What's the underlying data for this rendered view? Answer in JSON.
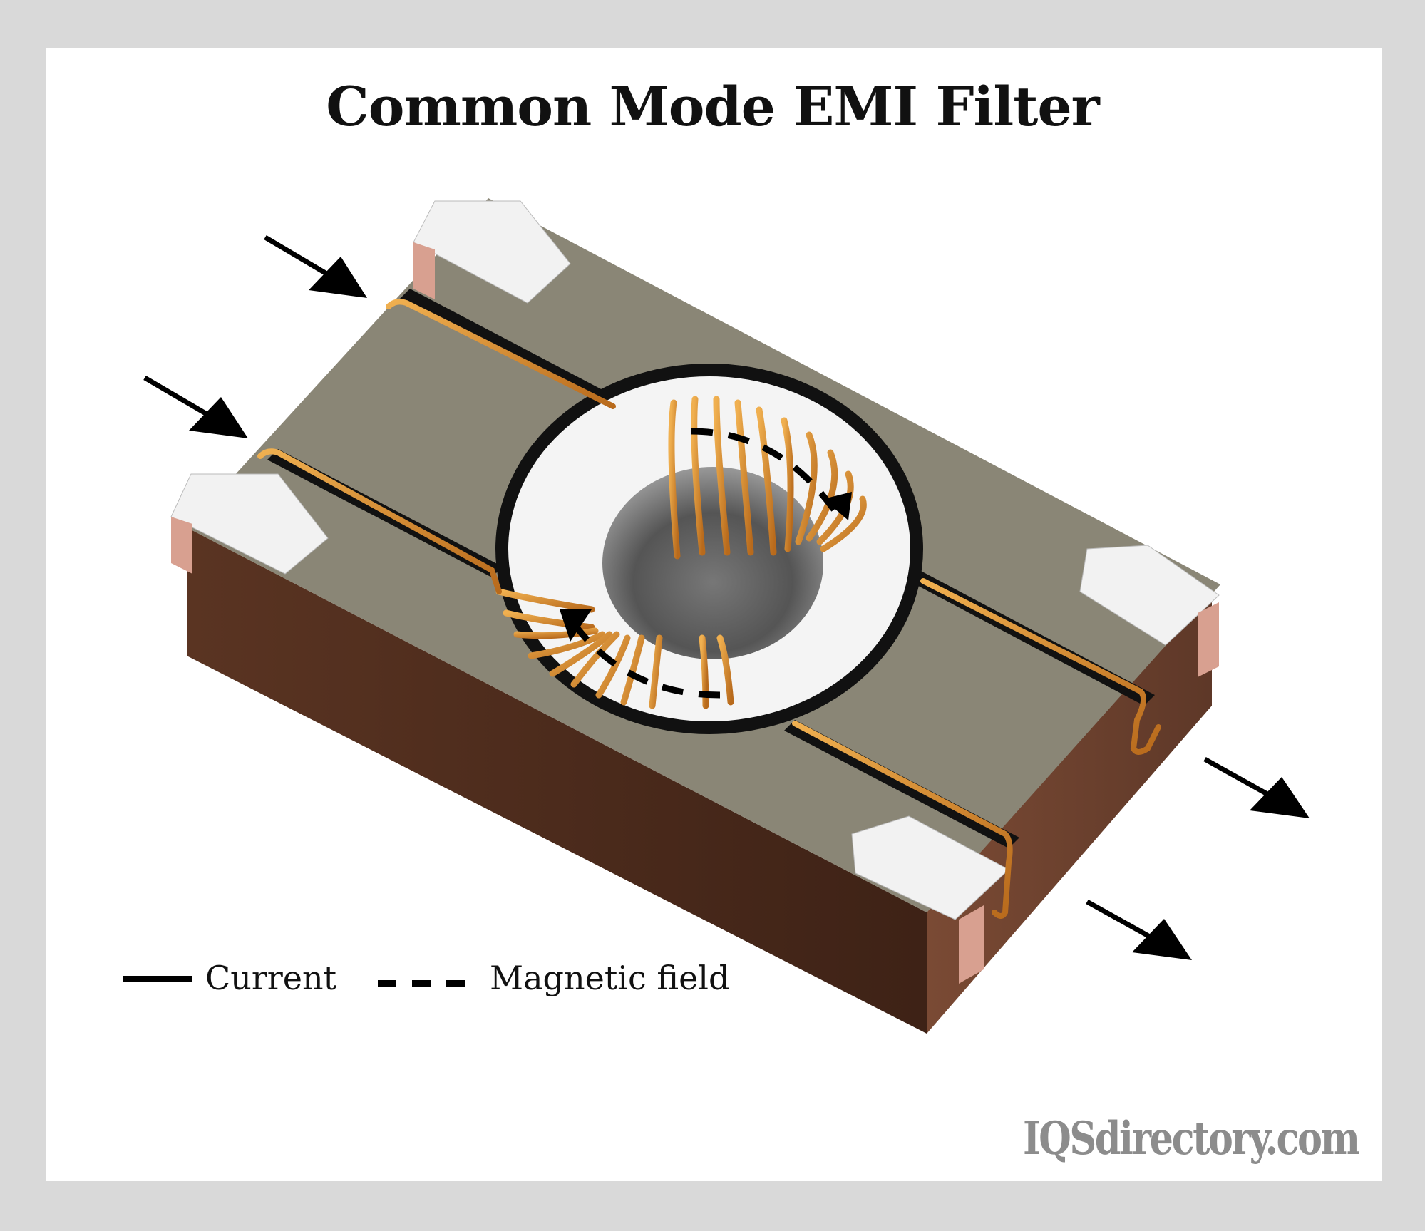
{
  "title": "Common Mode EMI Filter",
  "legend": {
    "current_label": "Current",
    "magnetic_label": "Magnetic field"
  },
  "watermark": "IQSdirectory.com",
  "colors": {
    "background": "#d9d9d9",
    "panel": "#ffffff",
    "core_top": "#8a8676",
    "body_side": "#4e2c1c",
    "body_side_right": "#6a3e2a",
    "wire": "#d58a2c",
    "terminal": "#f2f2f2",
    "arrow": "#000000"
  },
  "icons": [
    "input-arrow-icon",
    "output-arrow-icon",
    "toroid-core",
    "terminal-pad"
  ]
}
